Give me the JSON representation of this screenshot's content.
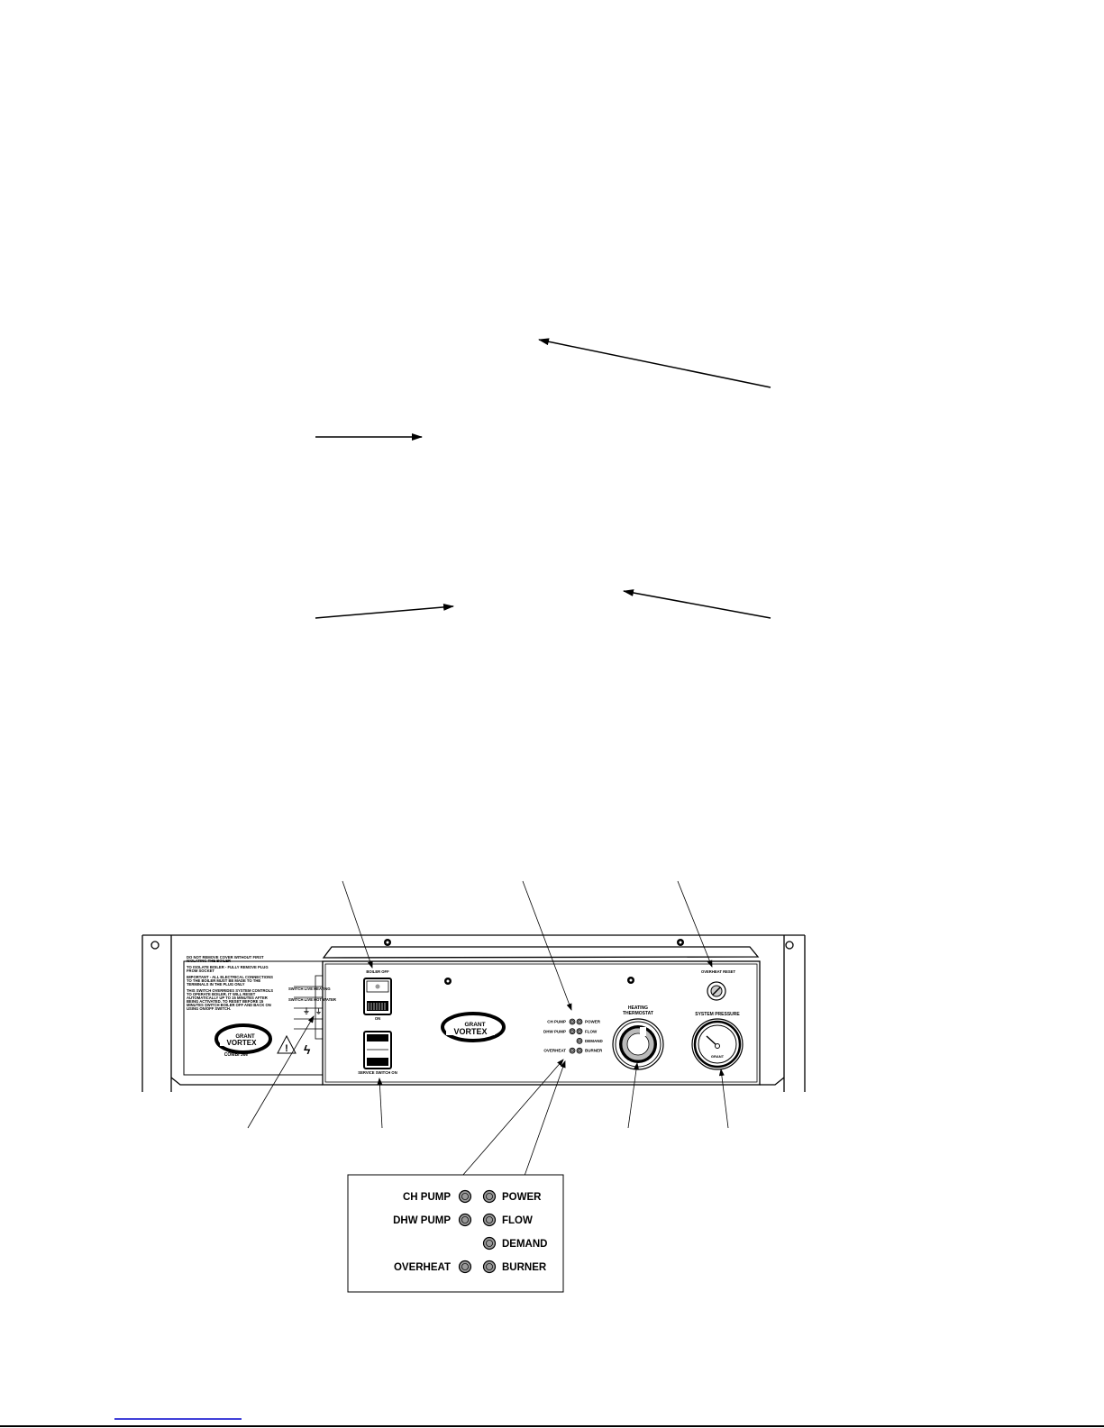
{
  "label_panel": {
    "warning_lines": [
      "DO NOT REMOVE COVER WITHOUT FIRST",
      "ISOLATING THE BOILER",
      "TO ISOLATE BOILER - FULLY REMOVE PLUG",
      "FROM SOCKET",
      "IMPORTANT - ALL ELECTRICAL CONNECTIONS",
      "TO THE BOILER MUST BE MADE TO THE",
      "TERMINALS IN THE PLUG ONLY",
      "THIS SWITCH OVERRIDES SYSTEM CONTROLS",
      "TO OPERATE BOILER. IT WILL RESET",
      "AUTOMATICALLY UP TO 15 MINUTES AFTER",
      "BEING ACTIVATED. TO RESET BEFORE 15",
      "MINUTES SWITCH BOILER OFF AND BACK ON",
      "USING ON/OFF SWITCH."
    ],
    "switch_live_heating": "SWITCH LIVE HEATING",
    "switch_live_hot_water": "SWITCH LIVE HOT WATER",
    "model": "COMBI 36e"
  },
  "logo": {
    "line1": "GRANT",
    "line2": "VORTEX"
  },
  "controls": {
    "boiler_off": "BOILER OFF",
    "on": "ON",
    "service_switch": "SERVICE SWITCH ON",
    "overheat_reset": "OVERHEAT RESET",
    "heating_thermostat_1": "HEATING",
    "heating_thermostat_2": "THERMOSTAT",
    "system_pressure": "SYSTEM PRESSURE",
    "gauge_brand": "GRANT"
  },
  "indicators": {
    "left": [
      "CH PUMP",
      "DHW PUMP",
      "",
      "OVERHEAT"
    ],
    "right": [
      "POWER",
      "FLOW",
      "DEMAND",
      "BURNER"
    ]
  },
  "colors": {
    "link": "#0000cc",
    "led": "#999999"
  }
}
